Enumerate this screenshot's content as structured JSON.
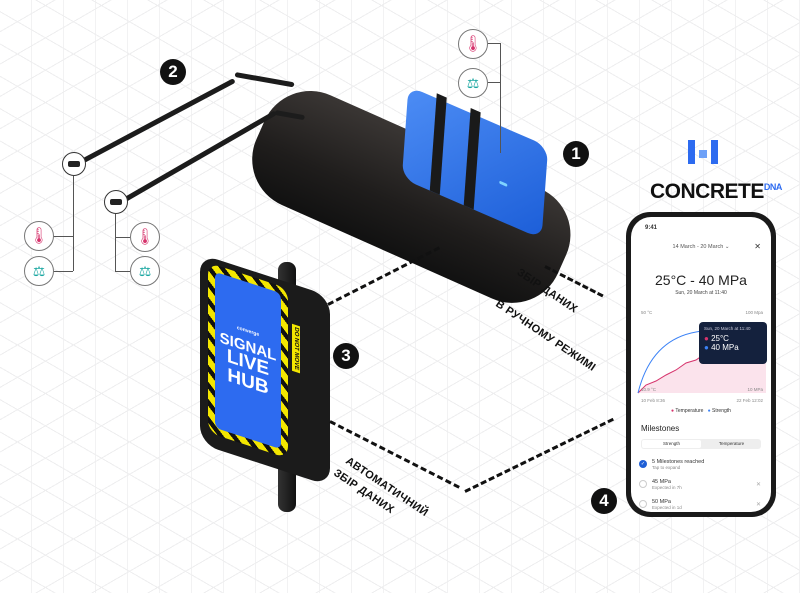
{
  "badges": [
    "1",
    "2",
    "3",
    "4"
  ],
  "logo": {
    "name": "CONCRETE",
    "suffix": "DNA",
    "color": "#2d6bf0"
  },
  "sensor_icons": [
    "thermometer-icon",
    "weight-icon"
  ],
  "hub": {
    "brand": "converge",
    "title_lines": [
      "SIGNAL",
      "LIVE",
      "HUB"
    ],
    "warning": "DO NOT MOVE",
    "stripe_color": "#f3e600",
    "face_color": "#2d6bf0"
  },
  "labels": {
    "manual": [
      "ЗБІР ДАНИХ",
      "В РУЧНОМУ РЕЖИМІ"
    ],
    "auto": [
      "АВТОМАТИЧНИЙ",
      "ЗБІР ДАНИХ"
    ]
  },
  "phone": {
    "time": "9:41",
    "date_range": "14 March - 20 March",
    "headline": "25°C - 40 MPa",
    "subheadline": "Sun, 20 March at 11:40",
    "chart": {
      "y_left_max": "50 °C",
      "y_right_max": "100 Mpa",
      "y_left_min": "10.9 °C",
      "y_right_min": "10 MPa",
      "x_start": "10 Feb 8:36",
      "x_end": "22 Feb 12:02",
      "tooltip": {
        "date": "Sun, 20 March at 11:40",
        "temp": "25°C",
        "strength": "40 MPa"
      },
      "legend": [
        "Temperature",
        "Strength"
      ],
      "colors": {
        "temperature": "#d6336c",
        "strength": "#3b82f6"
      }
    },
    "milestones": {
      "title": "Milestones",
      "tabs": [
        "Strength",
        "Temperature"
      ],
      "items": [
        {
          "title": "5 Milestones reached",
          "sub": "Tap to expand",
          "done": true
        },
        {
          "title": "45 MPa",
          "sub": "Expected in 7h",
          "done": false
        },
        {
          "title": "50 MPa",
          "sub": "Expected in 1d",
          "done": false
        }
      ]
    }
  }
}
